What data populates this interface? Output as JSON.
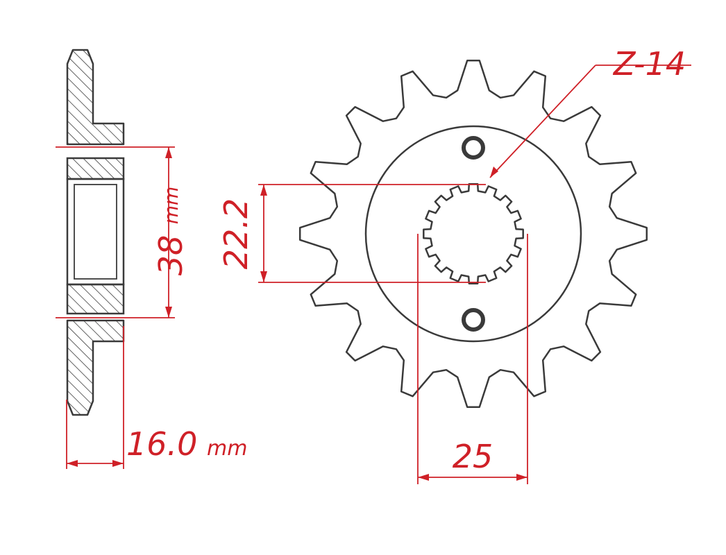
{
  "labels": {
    "teeth": "Z-14",
    "spline_diameter": "22.2",
    "spline_width": "25",
    "hole_height": "38",
    "hole_height_unit": "mm",
    "thickness": "16.0",
    "thickness_unit": "mm"
  },
  "sprocket": {
    "drawn_teeth": 16,
    "spline_teeth": 16
  },
  "colors": {
    "outline": "#3a3a3a",
    "dimension": "#cf2027",
    "hatch": "#3a3a3a",
    "background": "#ffffff"
  }
}
